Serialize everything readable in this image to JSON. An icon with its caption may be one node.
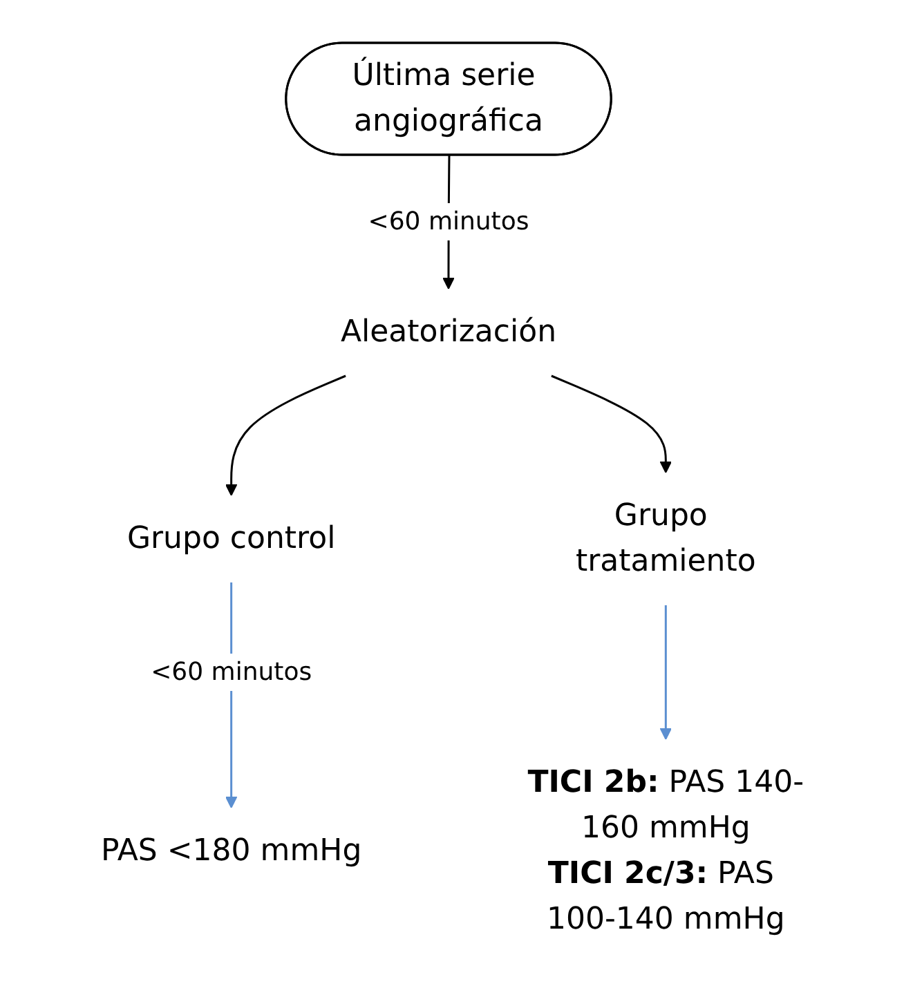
{
  "diagram": {
    "nodes": [
      {
        "text": [
          "Última serie angiográfica"
        ]
      },
      {
        "text": [
          "Aleatorización"
        ]
      },
      {
        "text": [
          "Grupo control"
        ]
      },
      {
        "text": [
          "Grupo tratamiento"
        ]
      },
      {
        "text": [
          "PAS <180 mmHg"
        ]
      },
      {
        "text": [
          "**TICI 2b:** PAS 140-160 mmHg",
          "**TICI 2c/3:** PAS 100-140 mmHg"
        ]
      }
    ],
    "edges": [
      {
        "from": 0,
        "to": 1,
        "arrow": "to",
        "label": "<60 minutos"
      },
      {
        "from": 1,
        "to": 2,
        "arrow": "to"
      },
      {
        "from": 1,
        "to": 3,
        "arrow": "to"
      },
      {
        "from": 2,
        "to": 4,
        "arrow": "to",
        "color": "#5b8fd1",
        "label": "<60 minutos"
      },
      {
        "from": 3,
        "to": 5,
        "arrow": "to",
        "color": "#5b8fd1"
      }
    ]
  }
}
